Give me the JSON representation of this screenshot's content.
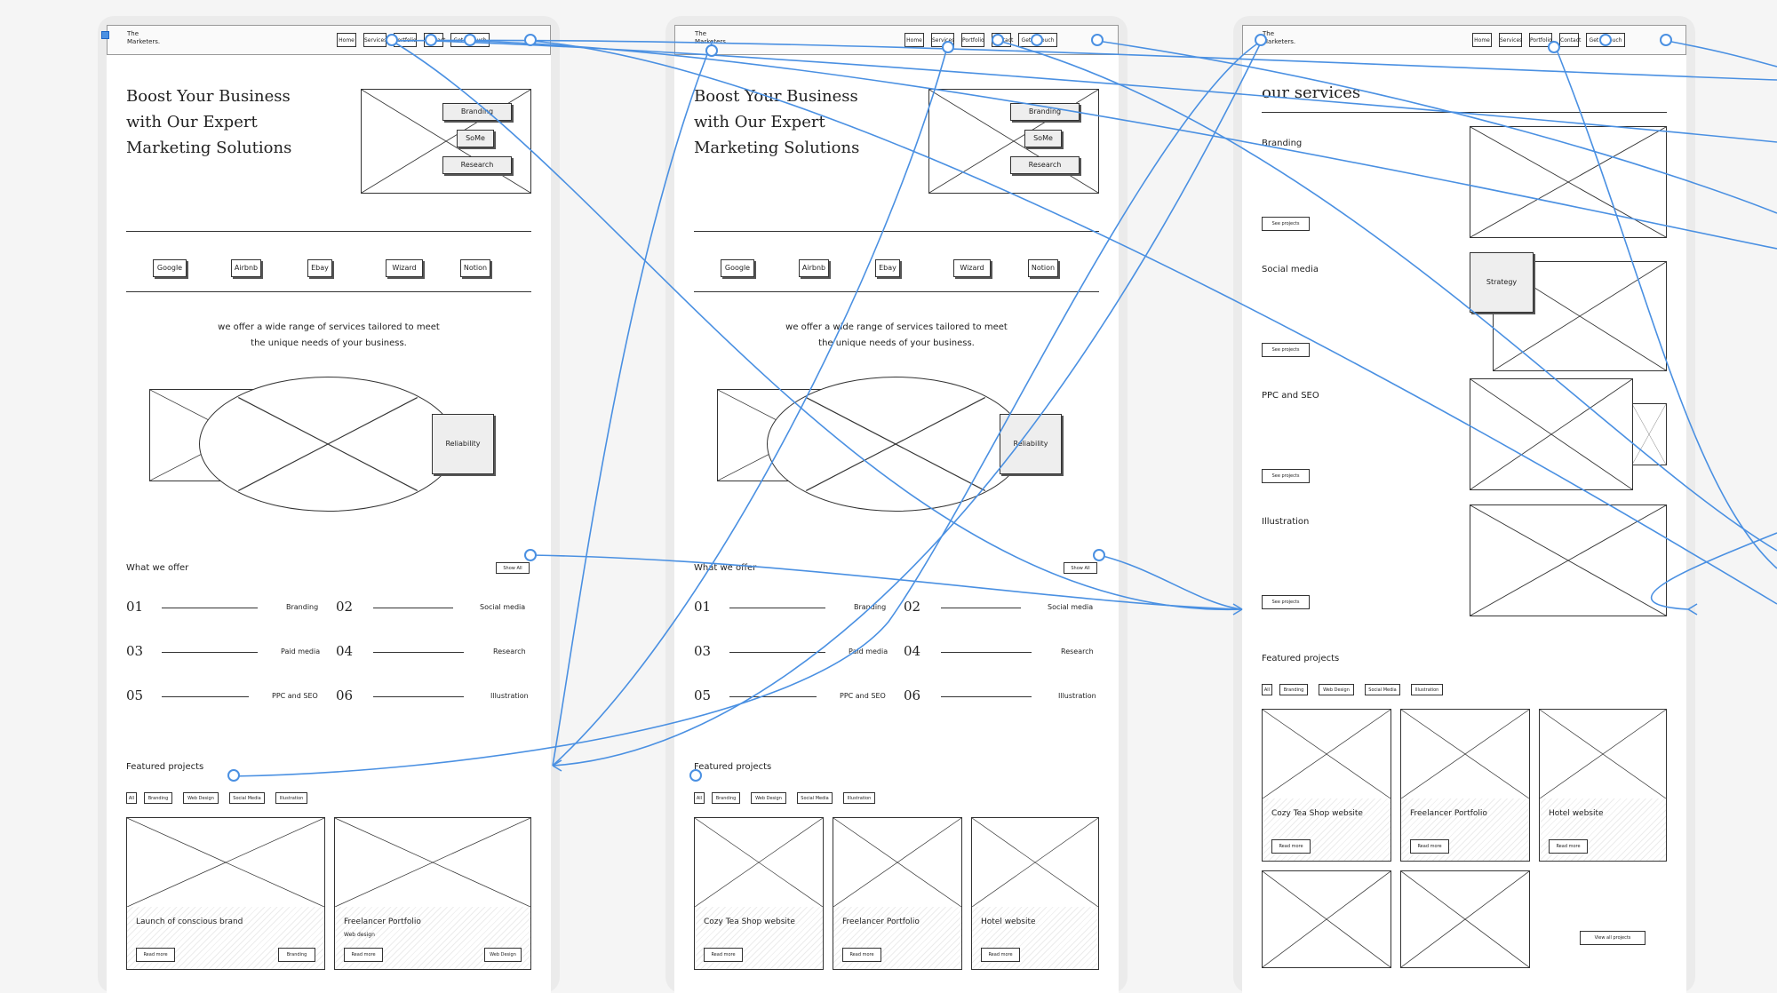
{
  "colors": {
    "link": "#4a90e2",
    "canvas": "#f5f5f5",
    "ink": "#222222"
  },
  "icons": [
    "placeholder-image-icon",
    "arrow-right-icon"
  ],
  "nav": {
    "logo_line1": "The",
    "logo_line2": "Marketers.",
    "home": "Home",
    "services": "Services",
    "portfolio": "Portfolio",
    "contact": "Contact",
    "cta": "Get in touch"
  },
  "hero": {
    "title": "Boost Your Business with Our Expert Marketing Solutions",
    "tags": [
      "Branding",
      "SoMe",
      "Research"
    ]
  },
  "clients": [
    "Google",
    "Airbnb",
    "Ebay",
    "Wizard",
    "Notion"
  ],
  "intro": {
    "line1": "we offer a wide range of services tailored to meet",
    "line2": "the unique needs of your business.",
    "badge": "Reliability"
  },
  "offer": {
    "title": "What we offer",
    "show_all": "Show All",
    "items": [
      {
        "num": "01",
        "name": "Branding"
      },
      {
        "num": "02",
        "name": "Social media"
      },
      {
        "num": "03",
        "name": "Paid media"
      },
      {
        "num": "04",
        "name": "Research"
      },
      {
        "num": "05",
        "name": "PPC and SEO"
      },
      {
        "num": "06",
        "name": "Illustration"
      }
    ]
  },
  "featured": {
    "title": "Featured projects",
    "filters": [
      "All",
      "Branding",
      "Web Design",
      "Social Media",
      "Illustration"
    ],
    "read_more": "Read more",
    "cards_a": [
      {
        "title": "Launch of conscious brand",
        "sub": "",
        "tag": "Branding"
      },
      {
        "title": "Freelancer Portfolio",
        "sub": "Web design",
        "tag": "Web Design"
      }
    ],
    "cards_b": [
      {
        "title": "Cozy Tea Shop website"
      },
      {
        "title": "Freelancer Portfolio"
      },
      {
        "title": "Hotel website"
      }
    ],
    "view_all": "View all projects"
  },
  "services_page": {
    "title": "our services",
    "items": [
      "Branding",
      "Social media",
      "PPC and SEO",
      "Illustration"
    ],
    "see_projects": "See projects",
    "strategy": "Strategy"
  }
}
